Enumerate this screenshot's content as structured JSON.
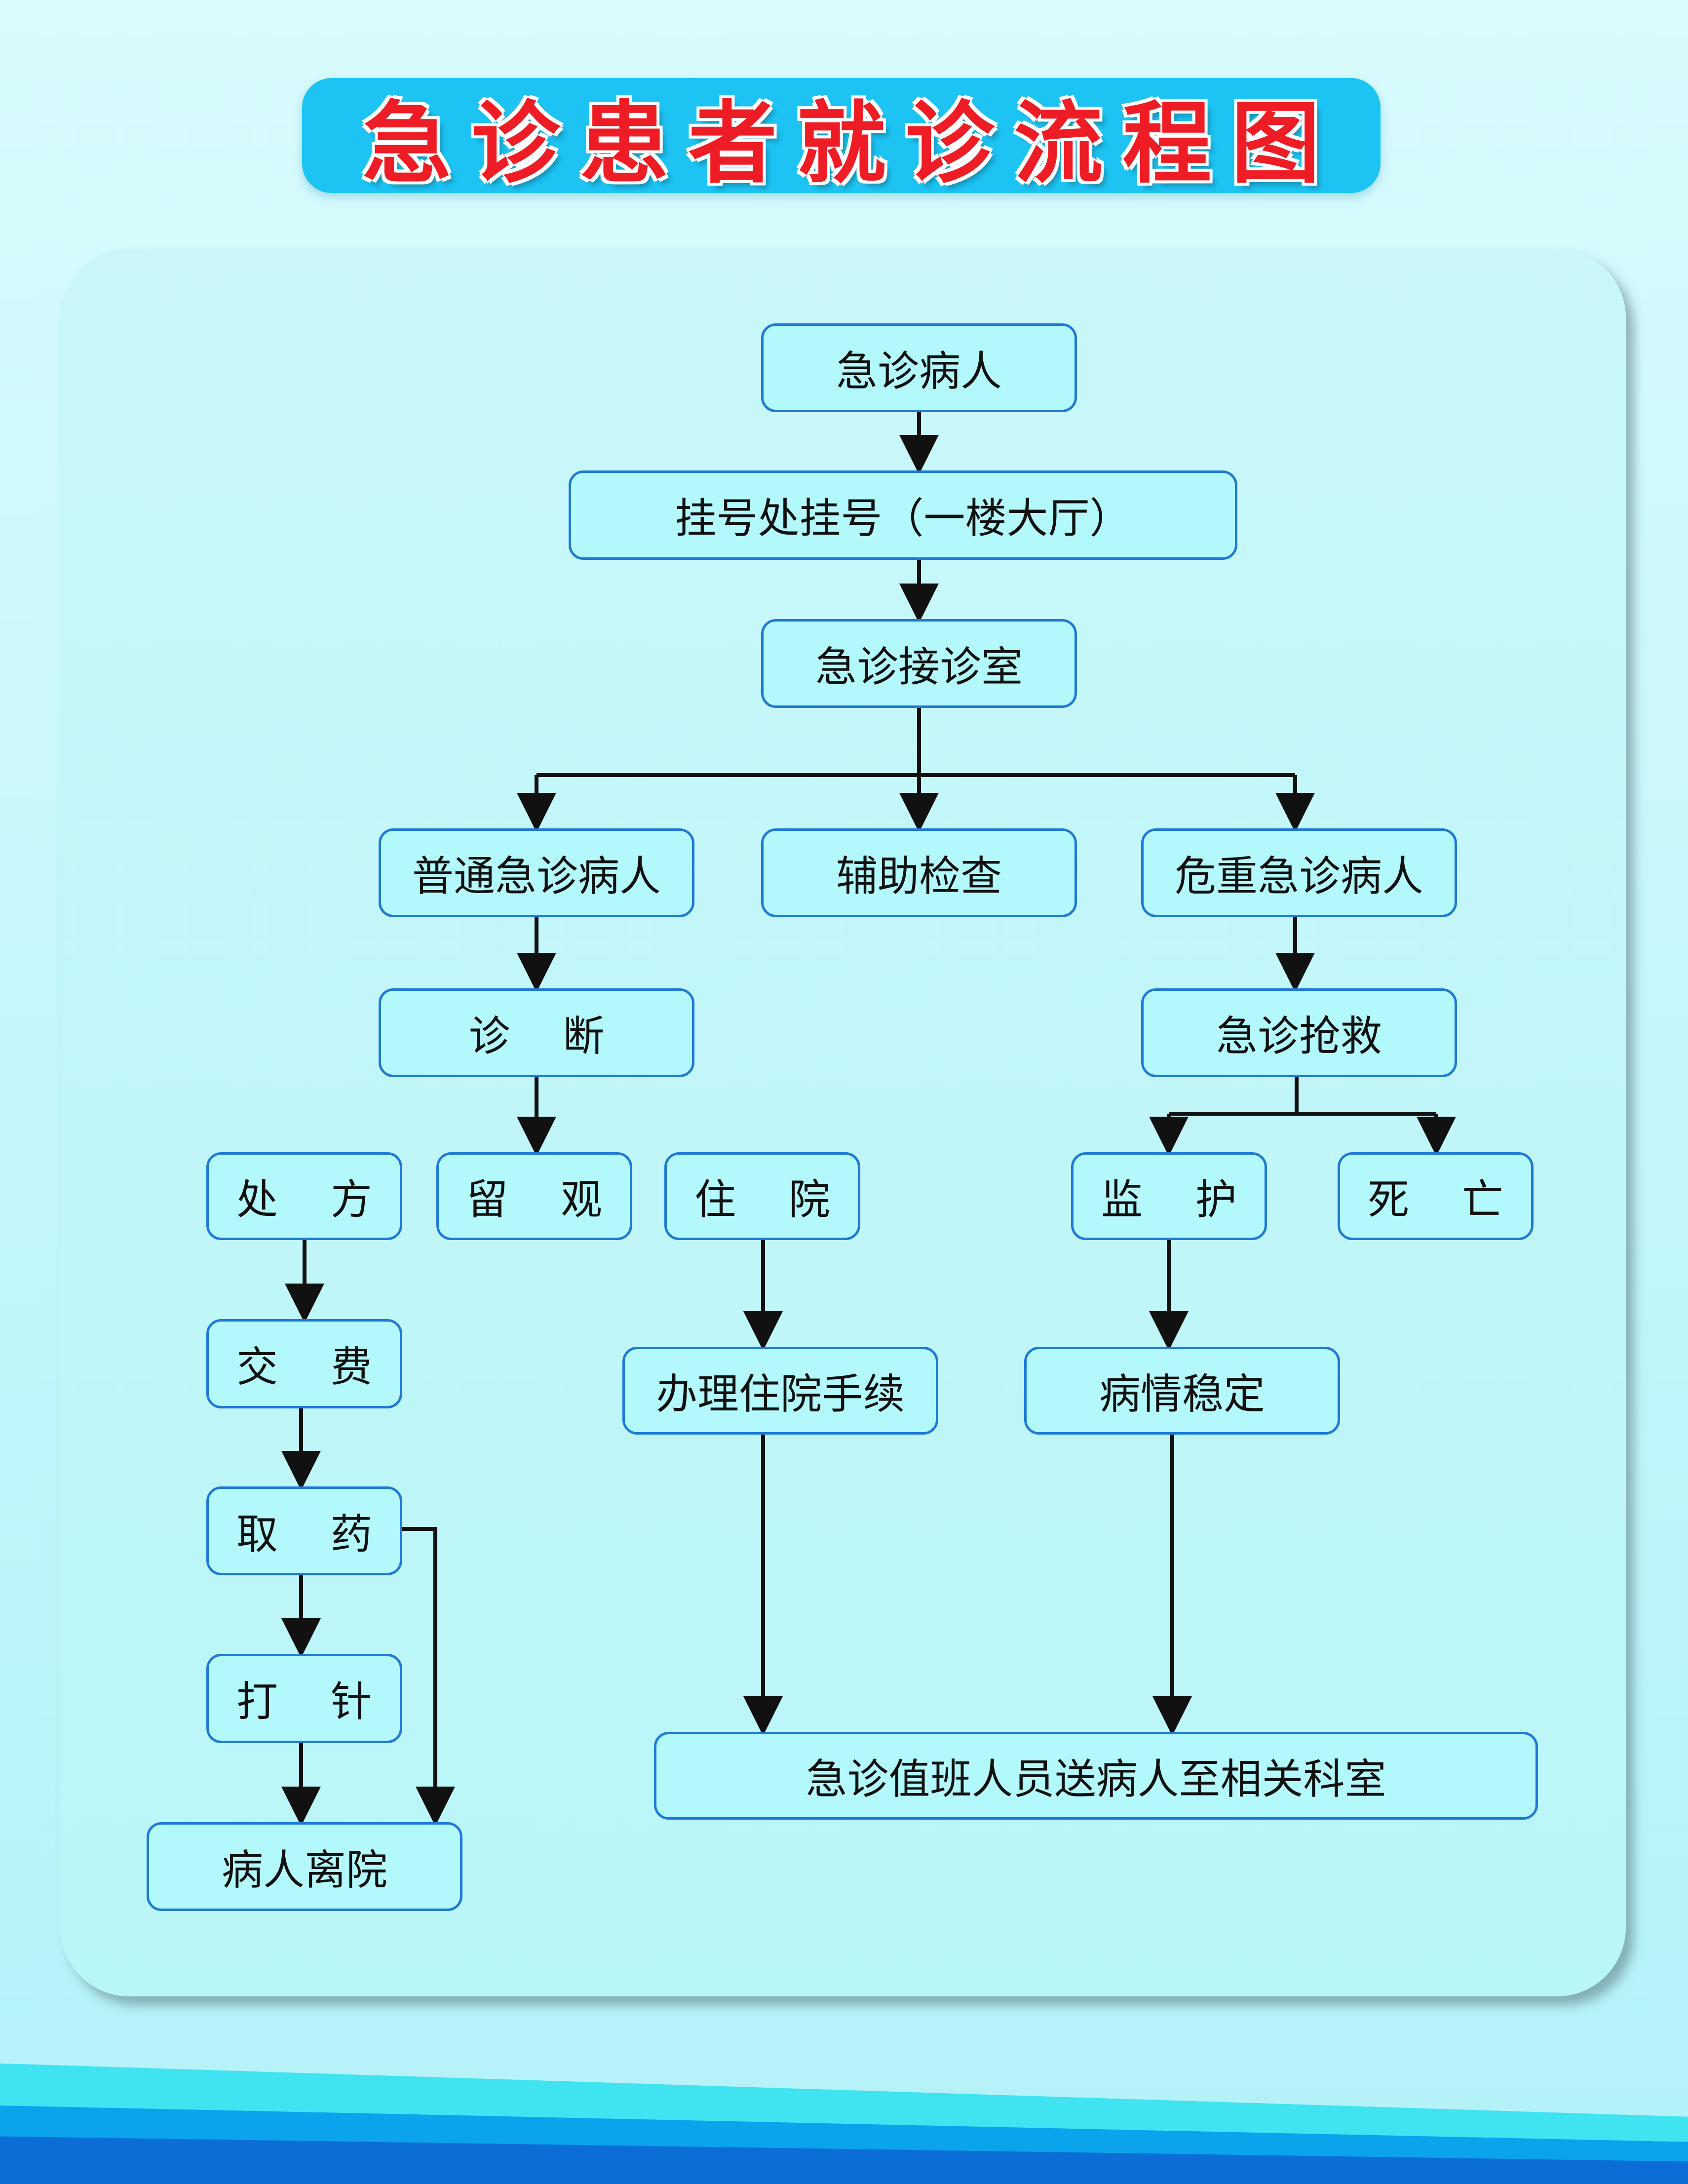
{
  "title": "急诊患者就诊流程图",
  "colors": {
    "title_bar": "#1cc3f3",
    "title_text": "#ee1c24",
    "node_border": "#1f79d6",
    "node_fill": "#b3f9fb",
    "arrow": "#111111"
  },
  "nodes": {
    "emergency_patient": "急诊病人",
    "registration": "挂号处挂号（一楼大厅）",
    "reception_room": "急诊接诊室",
    "general_patient": "普通急诊病人",
    "auxiliary_exam": "辅助检查",
    "critical_patient": "危重急诊病人",
    "diagnosis": "诊 断",
    "rescue": "急诊抢救",
    "prescription": "处 方",
    "observation": "留 观",
    "hospitalization": "住 院",
    "monitoring": "监 护",
    "death": "死 亡",
    "payment": "交 费",
    "admission_procedures": "办理住院手续",
    "condition_stable": "病情稳定",
    "get_medicine": "取 药",
    "injection": "打 针",
    "transfer_department": "急诊值班人员送病人至相关科室",
    "patient_leaves": "病人离院"
  }
}
